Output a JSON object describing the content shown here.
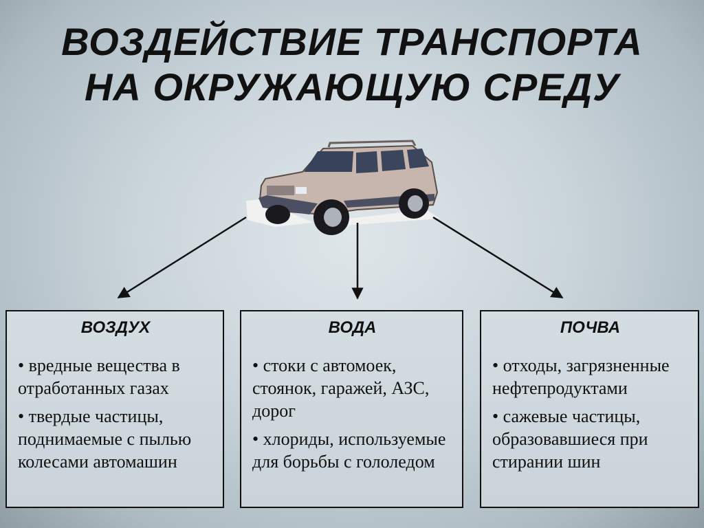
{
  "title": {
    "line1": "ВОЗДЕЙСТВИЕ ТРАНСПОРТА",
    "line2": "НА ОКРУЖАЮЩУЮ СРЕДУ"
  },
  "center_image": {
    "subject": "suv-car",
    "body_color": "#c6b6ad"
  },
  "boxes": [
    {
      "heading": "ВОЗДУХ",
      "items": [
        "вредные вещества в отработанных газах",
        "твердые частицы, поднимаемые с пылью колесами автомашин"
      ]
    },
    {
      "heading": "ВОДА",
      "items": [
        "стоки с автомоек, стоянок, гаражей, АЗС, дорог",
        "хлориды, используемые для борьбы с гололедом"
      ]
    },
    {
      "heading": "ПОЧВА",
      "items": [
        "отходы, загрязненные нефтепродуктами",
        "сажевые частицы, образовавшиеся при стирании шин"
      ]
    }
  ],
  "colors": {
    "text": "#111111",
    "arrows": "#111111"
  }
}
